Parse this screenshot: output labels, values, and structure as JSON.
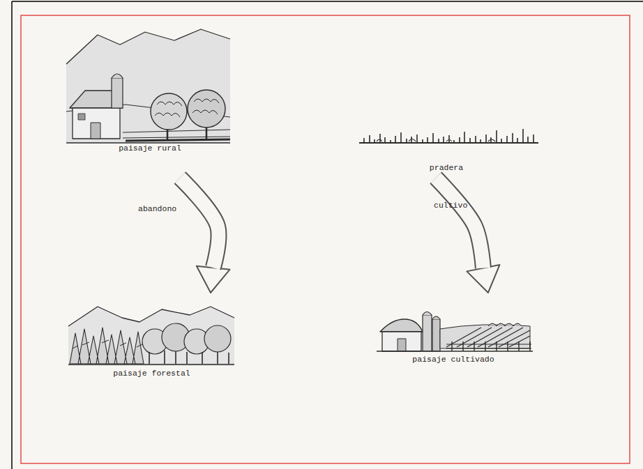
{
  "diagram": {
    "nodes": [
      {
        "text": [
          "paisaje rural"
        ]
      },
      {
        "text": [
          "pradera"
        ]
      },
      {
        "text": [
          "paisaje forestal"
        ]
      },
      {
        "text": [
          "paisaje cultivado"
        ]
      }
    ],
    "edges": [
      {
        "from": 0,
        "to": 2,
        "arrow": "to",
        "label": "abandono"
      },
      {
        "from": 1,
        "to": 3,
        "arrow": "to",
        "label": "cultivo"
      }
    ]
  }
}
